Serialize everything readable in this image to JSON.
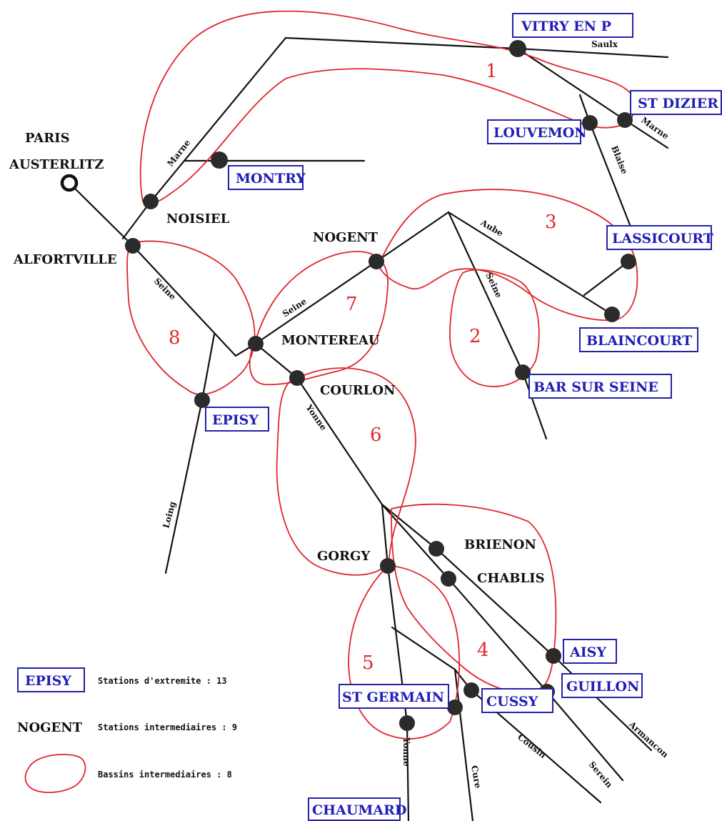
{
  "map": {
    "paris_station": {
      "line1": "PARIS",
      "line2": "AUSTERLITZ"
    },
    "end_stations": [
      {
        "id": "vitry",
        "label": "VITRY EN P"
      },
      {
        "id": "stdizier",
        "label": "ST DIZIER"
      },
      {
        "id": "louvemon",
        "label": "LOUVEMON"
      },
      {
        "id": "montry",
        "label": "MONTRY"
      },
      {
        "id": "lassicourt",
        "label": "LASSICOURT"
      },
      {
        "id": "blaincourt",
        "label": "BLAINCOURT"
      },
      {
        "id": "barsurseine",
        "label": "BAR SUR SEINE"
      },
      {
        "id": "episy",
        "label": "EPISY"
      },
      {
        "id": "aisy",
        "label": "AISY"
      },
      {
        "id": "guillon",
        "label": "GUILLON"
      },
      {
        "id": "cussy",
        "label": "CUSSY"
      },
      {
        "id": "stgermain",
        "label": "ST GERMAIN"
      },
      {
        "id": "chaumard",
        "label": "CHAUMARD"
      }
    ],
    "intermediate_stations": [
      {
        "id": "noisiel",
        "label": "NOISIEL"
      },
      {
        "id": "alfortville",
        "label": "ALFORTVILLE"
      },
      {
        "id": "nogent",
        "label": "NOGENT"
      },
      {
        "id": "montereau",
        "label": "MONTEREAU"
      },
      {
        "id": "courlon",
        "label": "COURLON"
      },
      {
        "id": "gorgy",
        "label": "GORGY"
      },
      {
        "id": "brienon",
        "label": "BRIENON"
      },
      {
        "id": "chablis",
        "label": "CHABLIS"
      }
    ],
    "rivers": [
      {
        "id": "saulx",
        "label": "Saulx"
      },
      {
        "id": "marne_east",
        "label": "Marne"
      },
      {
        "id": "marne_west",
        "label": "Marne"
      },
      {
        "id": "blaise",
        "label": "Blaise"
      },
      {
        "id": "aube",
        "label": "Aube"
      },
      {
        "id": "seine_upper",
        "label": "Seine"
      },
      {
        "id": "seine_mid",
        "label": "Seine"
      },
      {
        "id": "seine_lower",
        "label": "Seine"
      },
      {
        "id": "yonne_upper",
        "label": "Yonne"
      },
      {
        "id": "yonne_lower",
        "label": "Yonne"
      },
      {
        "id": "loing",
        "label": "Loing"
      },
      {
        "id": "cure",
        "label": "Cure"
      },
      {
        "id": "cousin",
        "label": "Cousin"
      },
      {
        "id": "serein",
        "label": "Serein"
      },
      {
        "id": "armancon",
        "label": "Armancon"
      }
    ],
    "basins": [
      {
        "id": "b1",
        "number": "1"
      },
      {
        "id": "b2",
        "number": "2"
      },
      {
        "id": "b3",
        "number": "3"
      },
      {
        "id": "b4",
        "number": "4"
      },
      {
        "id": "b5",
        "number": "5"
      },
      {
        "id": "b6",
        "number": "6"
      },
      {
        "id": "b7",
        "number": "7"
      },
      {
        "id": "b8",
        "number": "8"
      }
    ]
  },
  "legend": {
    "end_sample": "EPISY",
    "end_text": "Stations d'extremite : 13",
    "int_sample": "NOGENT",
    "int_text": "Stations intermediaires : 9",
    "basin_text": "Bassins intermediaires : 8"
  },
  "colors": {
    "basin": "#e0262e",
    "end_station_label": "#1f1fb8",
    "river": "#111111"
  }
}
